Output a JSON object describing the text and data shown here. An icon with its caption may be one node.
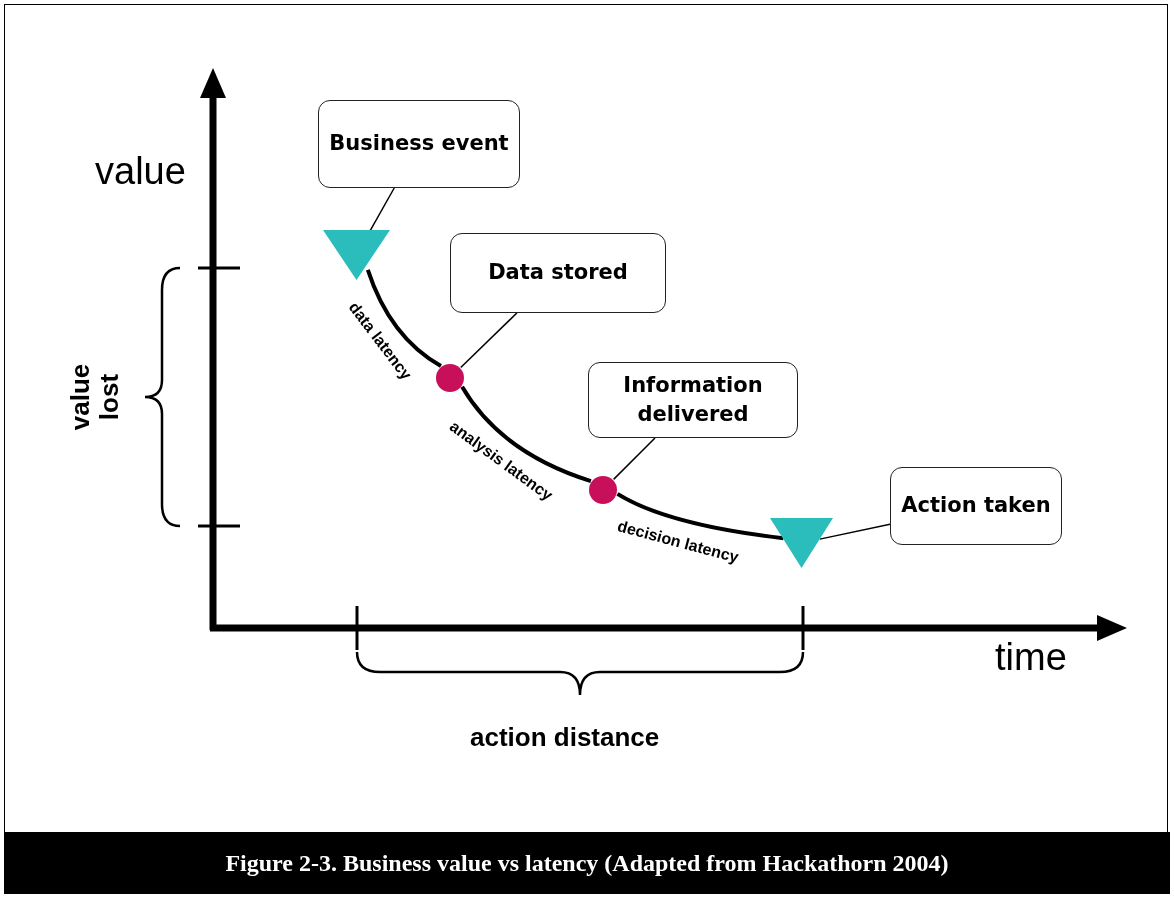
{
  "diagram": {
    "caption": "Figure 2-3. Business value vs latency (Adapted from Hackathorn 2004)",
    "nodes": [
      {
        "text": [
          "Business event"
        ]
      },
      {
        "text": [
          "Data stored"
        ]
      },
      {
        "text": [
          "Information delivered"
        ]
      },
      {
        "text": [
          "Action taken"
        ]
      },
      {
        "text": [],
        "shape": "triangle"
      },
      {
        "text": [],
        "shape": "circle"
      },
      {
        "text": [],
        "shape": "circle"
      },
      {
        "text": [],
        "shape": "triangle"
      }
    ],
    "edges": [
      {
        "from": 0,
        "to": 4,
        "arrow": "none"
      },
      {
        "from": 1,
        "to": 5,
        "arrow": "none"
      },
      {
        "from": 2,
        "to": 6,
        "arrow": "none"
      },
      {
        "from": 3,
        "to": 7,
        "arrow": "none"
      },
      {
        "from": 4,
        "to": 5,
        "arrow": "none",
        "label": "data latency",
        "style": "thick"
      },
      {
        "from": 5,
        "to": 6,
        "arrow": "none",
        "label": "analysis latency",
        "style": "thick"
      },
      {
        "from": 6,
        "to": 7,
        "arrow": "none",
        "label": "decision latency",
        "style": "thick"
      }
    ],
    "labels": [
      "value",
      "value lost",
      "time",
      "action distance"
    ]
  }
}
